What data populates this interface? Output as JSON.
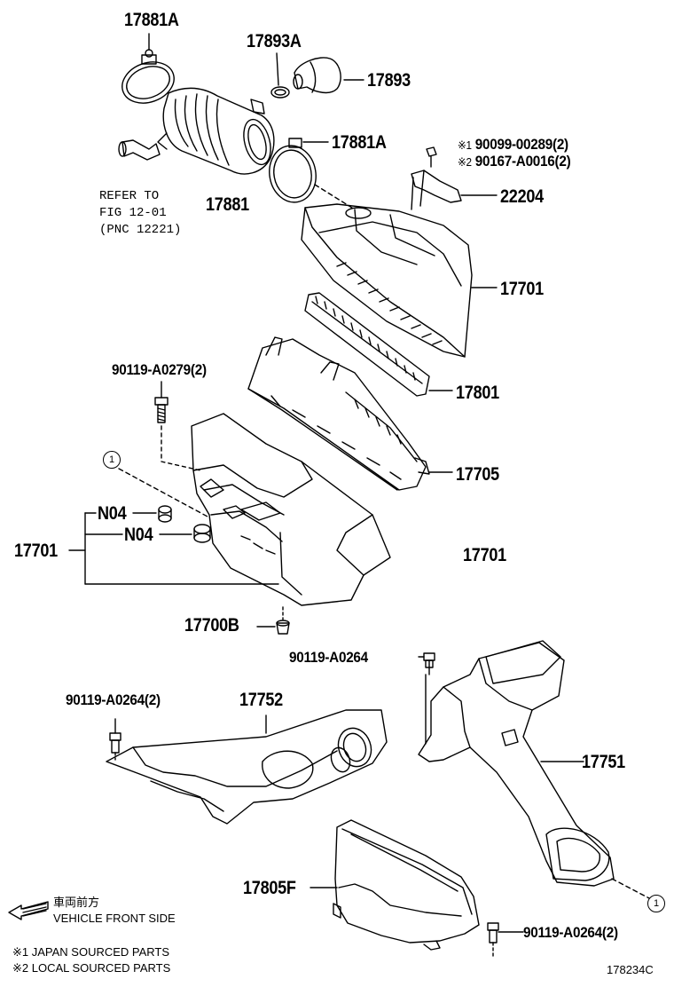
{
  "parts": {
    "p17881A_top": "17881A",
    "p17893A": "17893A",
    "p17893": "17893",
    "p17881A_mid": "17881A",
    "p17881": "17881",
    "p22204": "22204",
    "p17701_upper": "17701",
    "p17801": "17801",
    "p90119_A0279": "90119-A0279(2)",
    "p17705": "17705",
    "p17701_right": "17701",
    "p17701_left": "17701",
    "pN04_a": "N04",
    "pN04_b": "N04",
    "p17700B": "17700B",
    "p90119_A0264_single": "90119-A0264",
    "p90119_A0264_left": "90119-A0264(2)",
    "p17752": "17752",
    "p17751": "17751",
    "p17805F": "17805F",
    "p90119_A0264_bottom": "90119-A0264(2)"
  },
  "screw_options": {
    "opt1_mark": "※1",
    "opt1_value": "90099-00289(2)",
    "opt2_mark": "※2",
    "opt2_value": "90167-A0016(2)"
  },
  "refer": {
    "line1": "REFER TO",
    "line2": "FIG 12-01",
    "line3": "(PNC 12221)"
  },
  "circle_refs": {
    "left": "1",
    "right": "1"
  },
  "legend": {
    "front_jp": "車両前方",
    "front_en": "VEHICLE FRONT SIDE",
    "note1": "※1 JAPAN SOURCED PARTS",
    "note2": "※2 LOCAL SOURCED PARTS"
  },
  "figure_id": "178234C"
}
